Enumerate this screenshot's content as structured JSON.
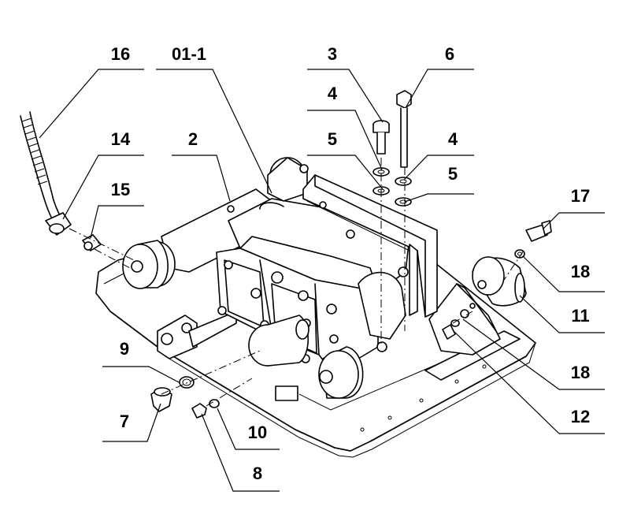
{
  "callouts": [
    {
      "id": "c16",
      "label": "16"
    },
    {
      "id": "c01",
      "label": "01-1"
    },
    {
      "id": "c3",
      "label": "3"
    },
    {
      "id": "c6",
      "label": "6"
    },
    {
      "id": "c4a",
      "label": "4"
    },
    {
      "id": "c5a",
      "label": "5"
    },
    {
      "id": "c4b",
      "label": "4"
    },
    {
      "id": "c5b",
      "label": "5"
    },
    {
      "id": "c14",
      "label": "14"
    },
    {
      "id": "c2",
      "label": "2"
    },
    {
      "id": "c15",
      "label": "15"
    },
    {
      "id": "c17",
      "label": "17"
    },
    {
      "id": "c18a",
      "label": "18"
    },
    {
      "id": "c11",
      "label": "11"
    },
    {
      "id": "c18b",
      "label": "18"
    },
    {
      "id": "c12",
      "label": "12"
    },
    {
      "id": "c9",
      "label": "9"
    },
    {
      "id": "c7",
      "label": "7"
    },
    {
      "id": "c10",
      "label": "10"
    },
    {
      "id": "c8",
      "label": "8"
    }
  ]
}
